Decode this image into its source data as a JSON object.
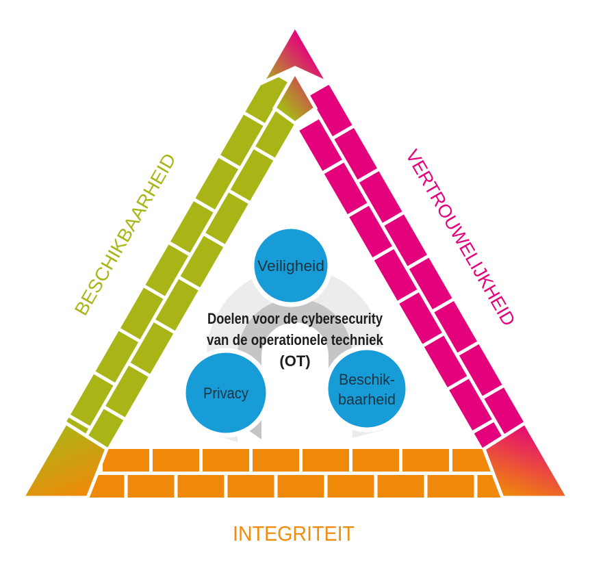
{
  "diagram": {
    "description": "Triangle brick diagram of cybersecurity goals for operational technology",
    "labels": {
      "left": "BESCHIKBAARHEID",
      "right": "VERTROUWELIJKHEID",
      "bottom": "INTEGRITEIT"
    },
    "center": {
      "lines": [
        "Doelen voor de cybersecurity",
        "van de operationele techniek",
        "(OT)"
      ]
    },
    "circles": [
      {
        "name": "Veiligheid",
        "lines": [
          "Veiligheid"
        ]
      },
      {
        "name": "Privacy",
        "lines": [
          "Privacy"
        ]
      },
      {
        "name": "Beschikbaarheid",
        "lines": [
          "Beschik-",
          "baarheid"
        ]
      }
    ]
  },
  "colors": {
    "green": "#a9b517",
    "pink": "#e4017c",
    "orange": "#f0890a",
    "label_orange": "#ee8d0e",
    "blue": "#189cd8",
    "gray_light": "#ececec",
    "gray_dark": "#c5c5c7",
    "title_text": "#1d1d1b",
    "circle_text": "#1b3440",
    "mortar": "#ffffff"
  }
}
